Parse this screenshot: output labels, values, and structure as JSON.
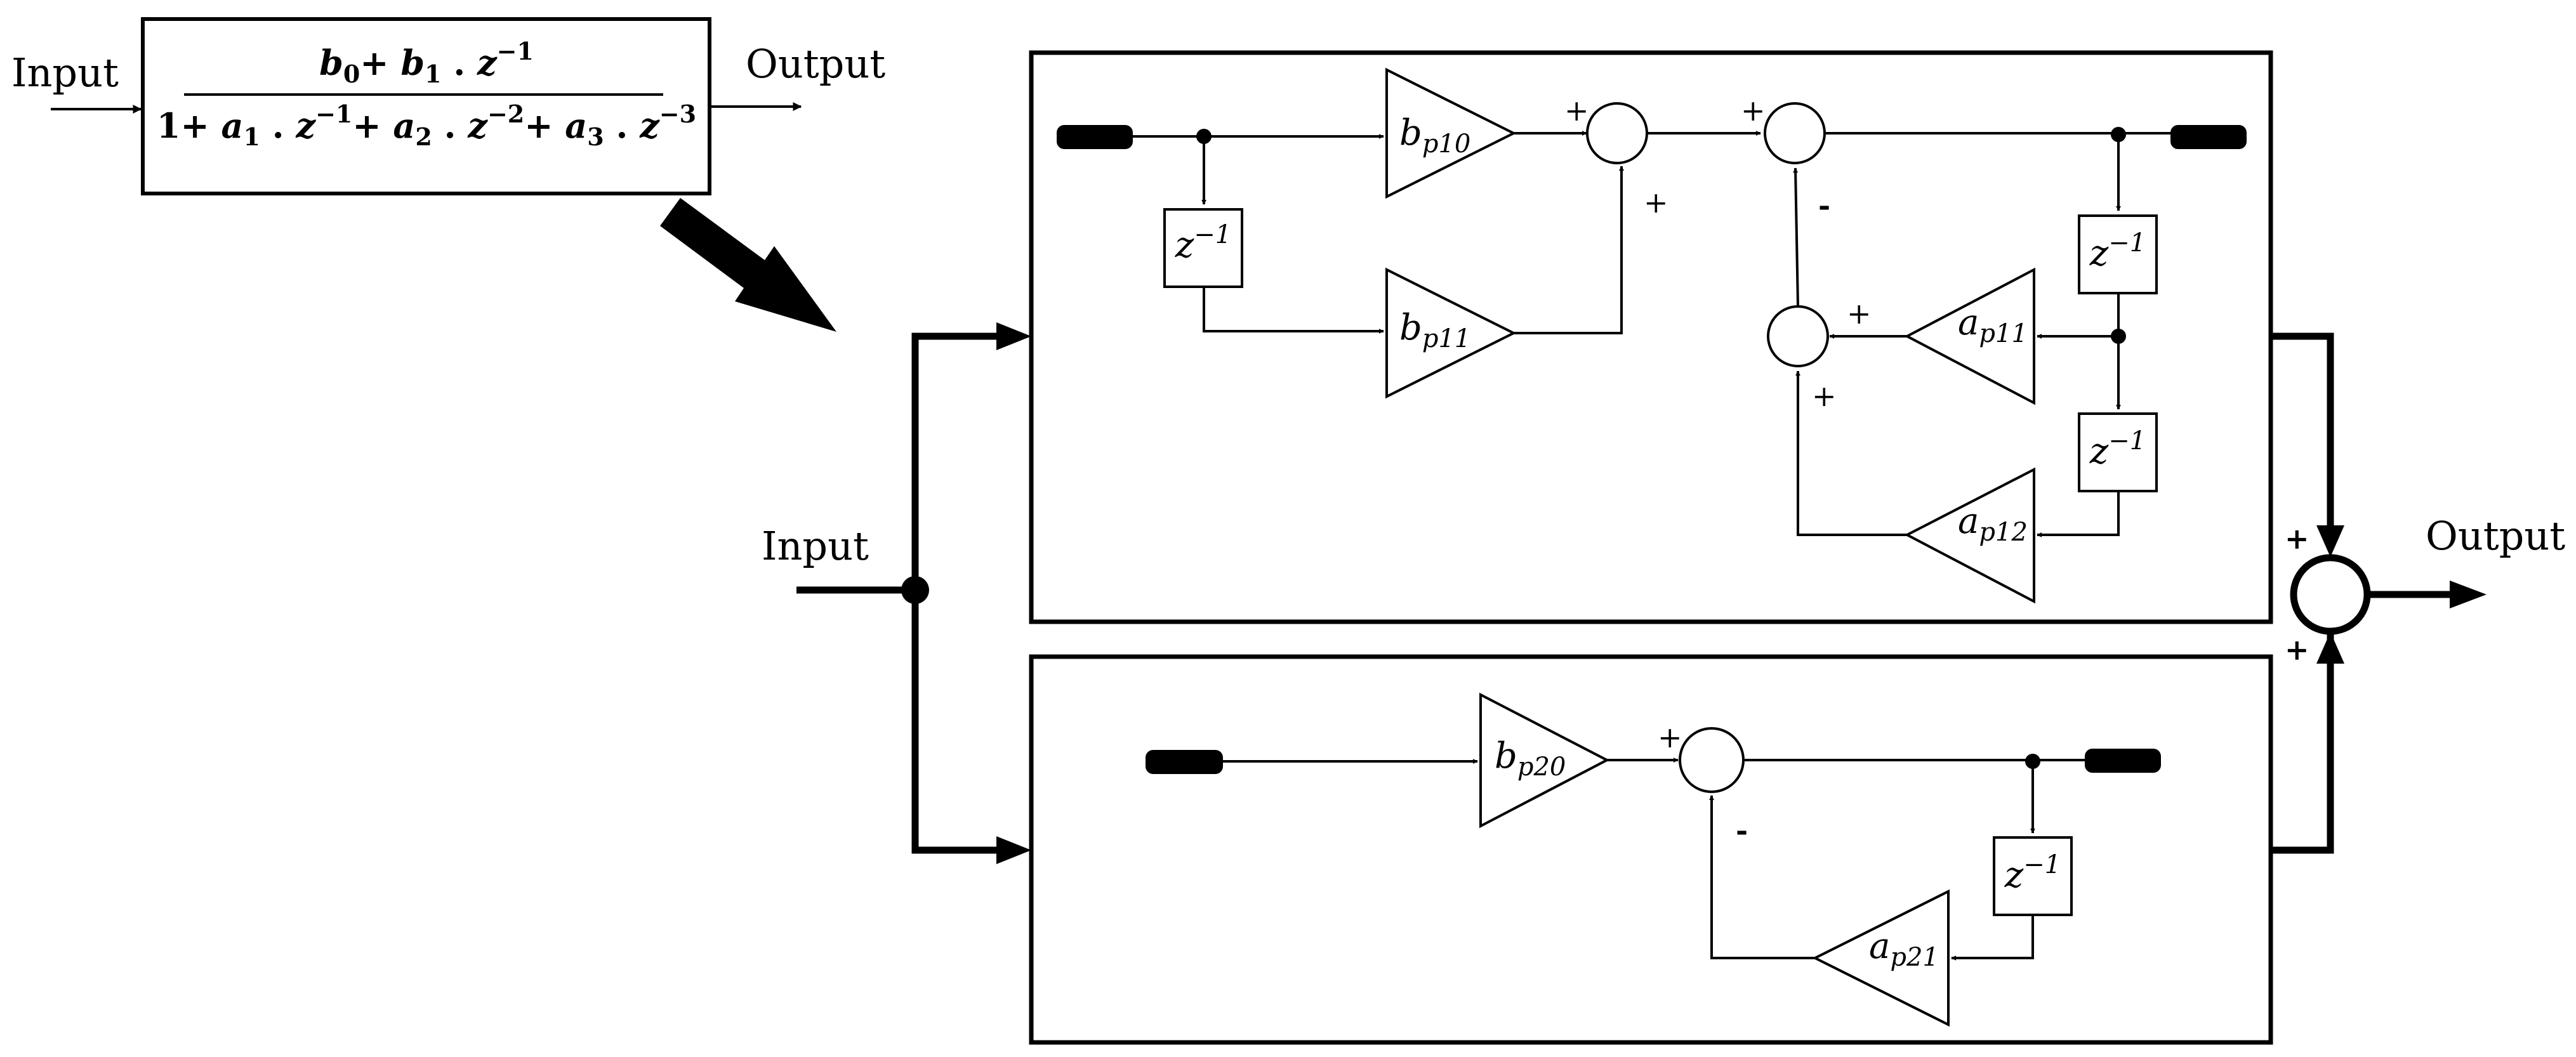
{
  "transfer_function": {
    "input_label": "Input",
    "output_label": "Output",
    "numerator": "b0 + b1 . z^-1",
    "denominator": "1 + a1 . z^-1 + a2 . z^-2 + a3 . z^-3"
  },
  "parallel": {
    "input_label": "Input",
    "output_label": "Output",
    "sum_signs": [
      "+",
      "+"
    ]
  },
  "section1": {
    "gain_b0": "b_p10",
    "gain_b1": "b_p11",
    "gain_a1": "a_p11",
    "gain_a2": "a_p12",
    "delay": "z^-1"
  },
  "section2": {
    "gain_b0": "b_p20",
    "gain_a1": "a_p21",
    "delay": "z^-1"
  }
}
